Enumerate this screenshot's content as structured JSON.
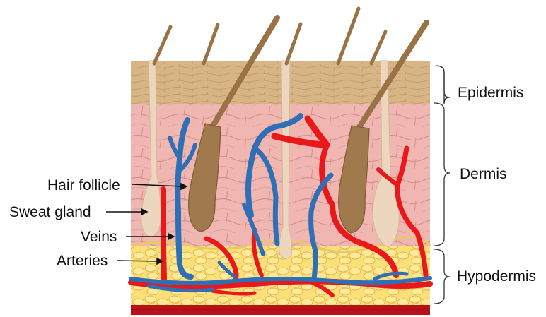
{
  "layers": {
    "epidermis": "Epidermis",
    "dermis": "Dermis",
    "hypodermis": "Hypodermis"
  },
  "structures": {
    "hair_follicle": "Hair follicle",
    "sweat_gland": "Sweat gland",
    "veins": "Veins",
    "arteries": "Arteries"
  },
  "colors": {
    "epidermis": "#d8b585",
    "dermis": "#f0b6b2",
    "hypodermis": "#fbe07a",
    "muscle": "#b8111a",
    "hair": "#9a7246",
    "artery": "#e8181b",
    "vein": "#2f6fb5",
    "gland": "#ecd6bd"
  }
}
